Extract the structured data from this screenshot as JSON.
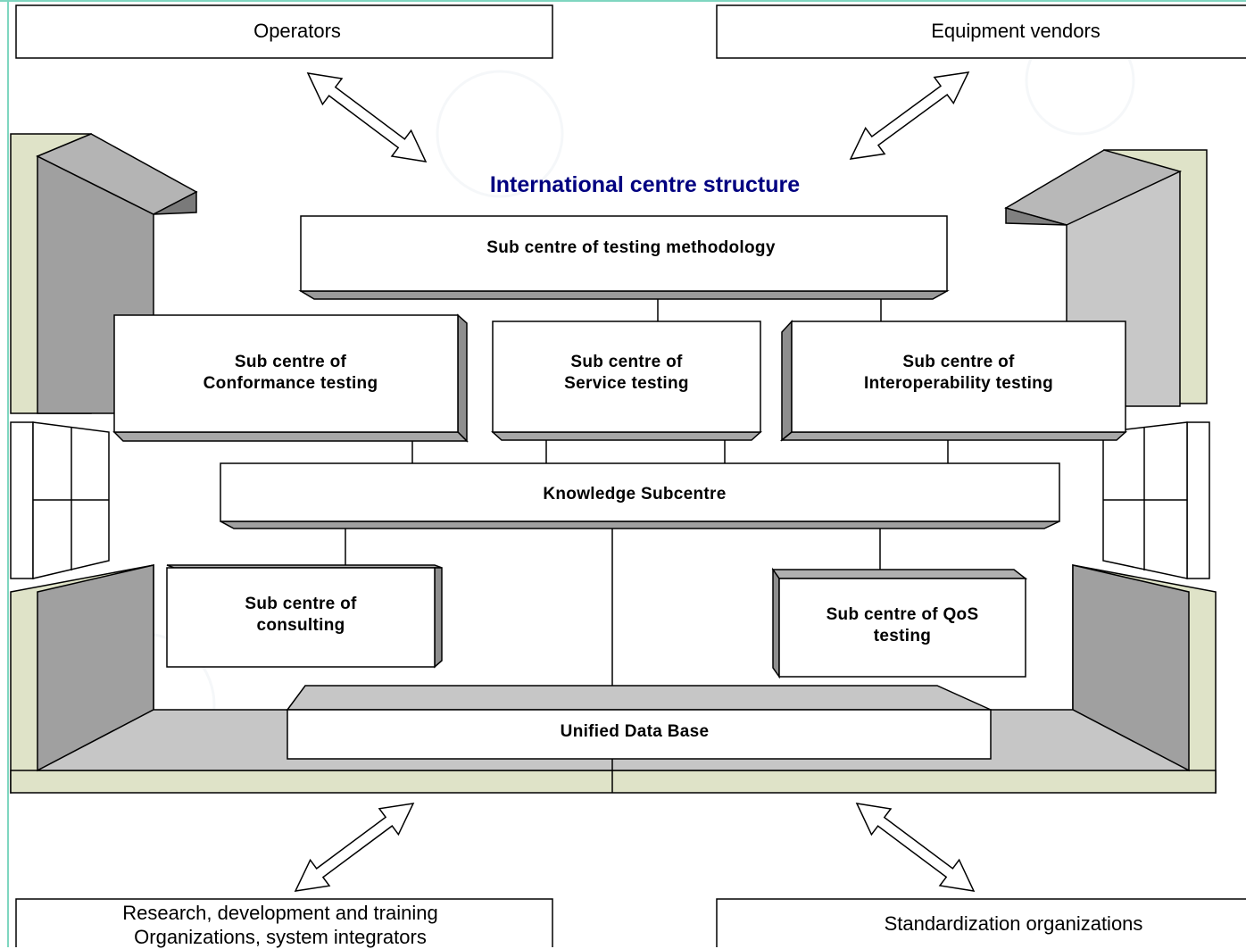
{
  "title": "International centre structure",
  "external": {
    "operators": "Operators",
    "vendors": "Equipment vendors",
    "research_line1": "Research, development and training",
    "research_line2": "Organizations, system integrators",
    "standardization": "Standardization organizations"
  },
  "subcentres": {
    "methodology": "Sub centre of testing methodology",
    "conformance_line1": "Sub centre of",
    "conformance_line2": "Conformance testing",
    "service_line1": "Sub centre of",
    "service_line2": "Service testing",
    "interop_line1": "Sub centre of",
    "interop_line2": "Interoperability testing",
    "knowledge": "Knowledge Subcentre",
    "consulting_line1": "Sub centre of",
    "consulting_line2": "consulting",
    "qos_line1": "Sub centre of QoS",
    "qos_line2": "testing",
    "database": "Unified Data Base"
  },
  "colors": {
    "title": "#000080",
    "frame_beige": "#dfe3c8",
    "wall_dark": "#a0a0a0",
    "wall_light": "#c8c8c8",
    "floor": "#c6c6c6",
    "accent_border": "#7fd6c0"
  }
}
